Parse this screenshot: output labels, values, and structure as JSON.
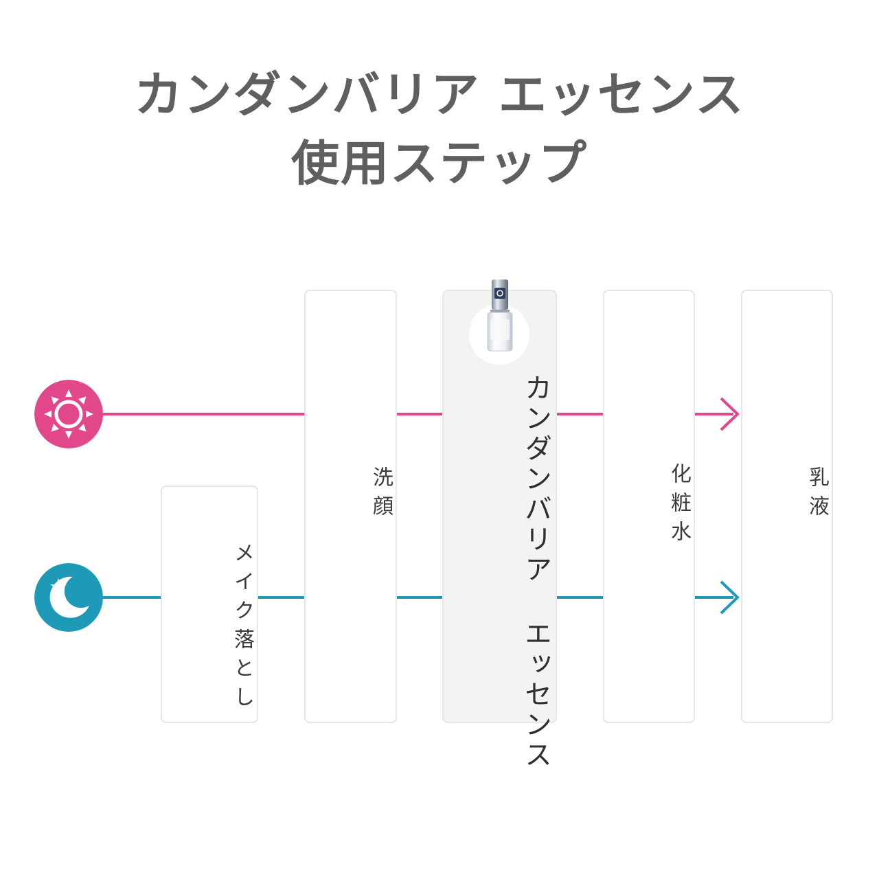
{
  "title": {
    "line1": "カンダンバリア エッセンス",
    "line2": "使用ステップ"
  },
  "steps": [
    {
      "id": "makeup-removal",
      "label": "メイク落とし"
    },
    {
      "id": "face-wash",
      "label": "洗顔"
    },
    {
      "id": "essence",
      "label": "カンダンバリア エッセンス"
    },
    {
      "id": "toner",
      "label": "化粧水"
    },
    {
      "id": "emulsion",
      "label": "乳液"
    }
  ],
  "routines": {
    "morning": {
      "icon": "sun-icon",
      "color": "#e2478c"
    },
    "night": {
      "icon": "moon-star-icon",
      "color": "#1e9ab8"
    }
  },
  "colors": {
    "title": "#5f5f5f",
    "box_border": "#e6e6e6",
    "highlight_fill": "#f3f3f3"
  }
}
